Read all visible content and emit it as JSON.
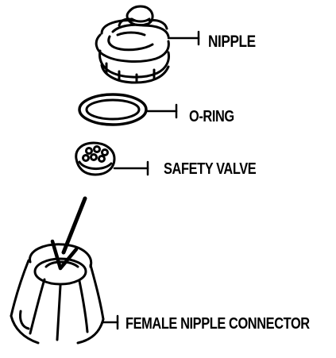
{
  "parts": {
    "nipple": {
      "label": "NIPPLE"
    },
    "o_ring": {
      "label": "O-RING"
    },
    "safety_valve": {
      "label": "SAFETY VALVE"
    },
    "female_nipple_connector": {
      "label": "FEMALE NIPPLE CONNECTOR"
    }
  },
  "colors": {
    "ink": "#000000",
    "background": "#ffffff"
  }
}
